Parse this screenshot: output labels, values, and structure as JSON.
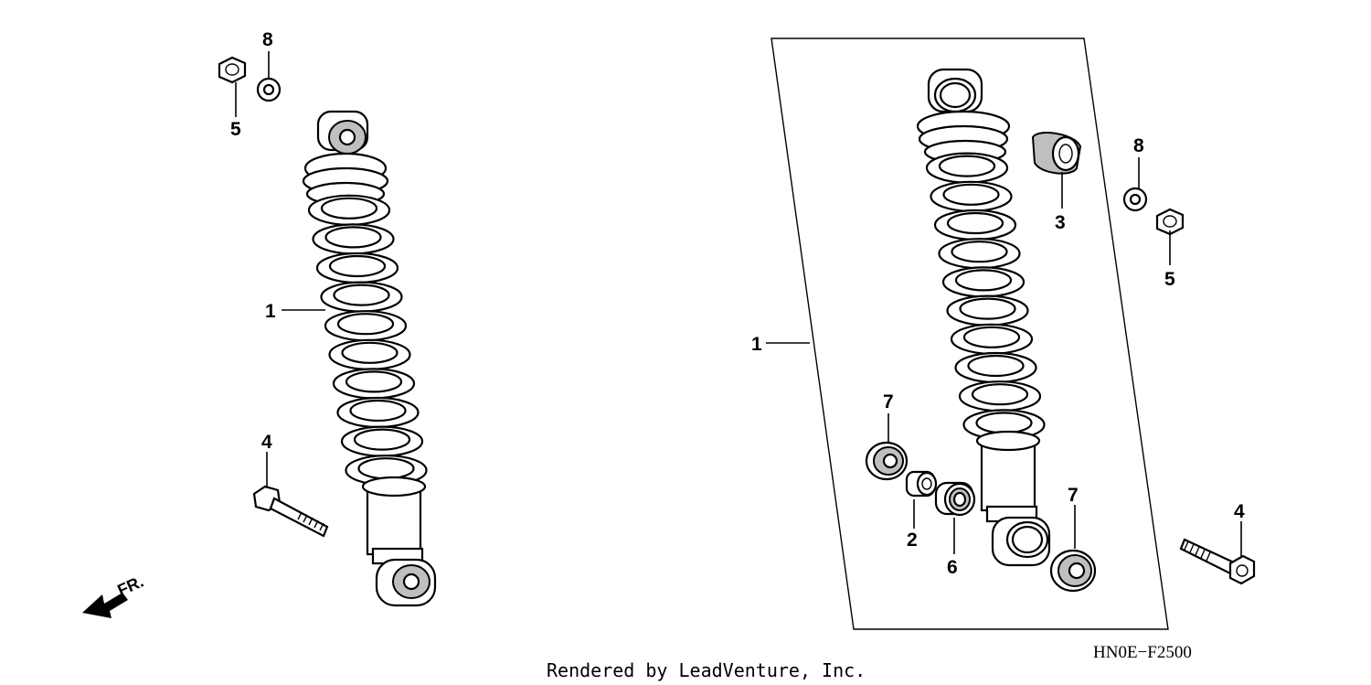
{
  "callouts": {
    "left_shock": "1",
    "left_bolt": "4",
    "left_nut": "5",
    "left_washer": "8",
    "right_shock": "1",
    "collar": "2",
    "bushing": "3",
    "right_bolt": "4",
    "right_nut": "5",
    "bearing": "6",
    "seal_upper": "7",
    "seal_lower": "7",
    "right_washer": "8"
  },
  "direction_label": "FR.",
  "diagram_code": "HN0E−F2500",
  "credit": "Rendered by LeadVenture, Inc.",
  "icons": {
    "direction": "front-arrow-icon"
  }
}
